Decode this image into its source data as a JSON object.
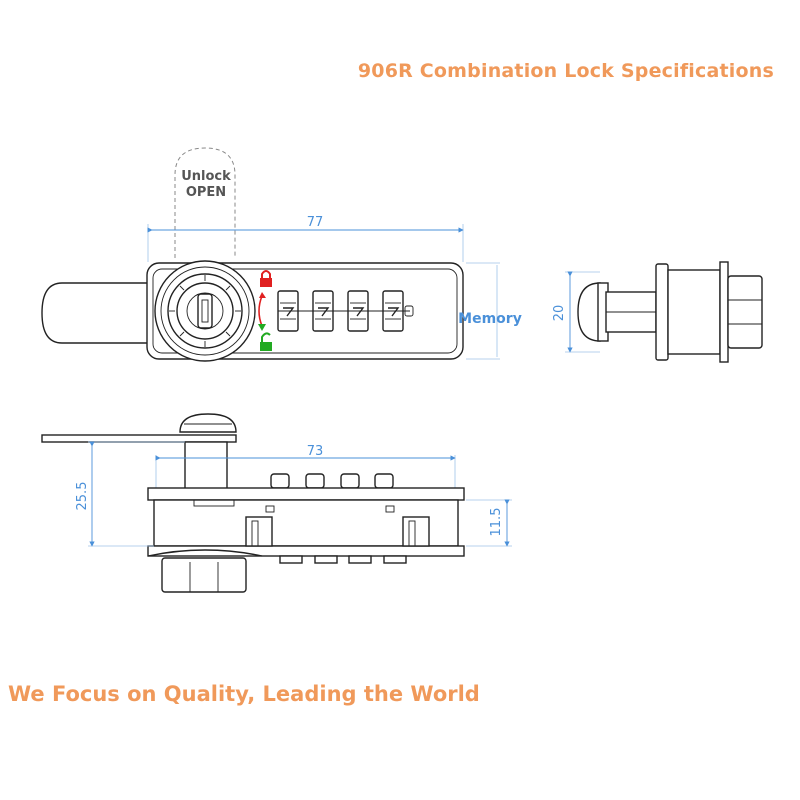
{
  "title": "906R Combination Lock Specifications",
  "slogan": "We Focus on Quality, Leading the World",
  "labels": {
    "unlock": "Unlock",
    "open": "OPEN",
    "memory": "Memory"
  },
  "dimensions": {
    "overall_width": "77",
    "side_height": "20",
    "bottom_width": "73",
    "depth": "25.5",
    "body_height": "11.5"
  },
  "colors": {
    "accent": "#f0995a",
    "dimension": "#4a90d9",
    "lock_icon": "#e02020",
    "unlock_icon": "#22aa22"
  },
  "icons": [
    "lock-closed-icon",
    "lock-open-icon",
    "rotate-arrow-icon"
  ]
}
